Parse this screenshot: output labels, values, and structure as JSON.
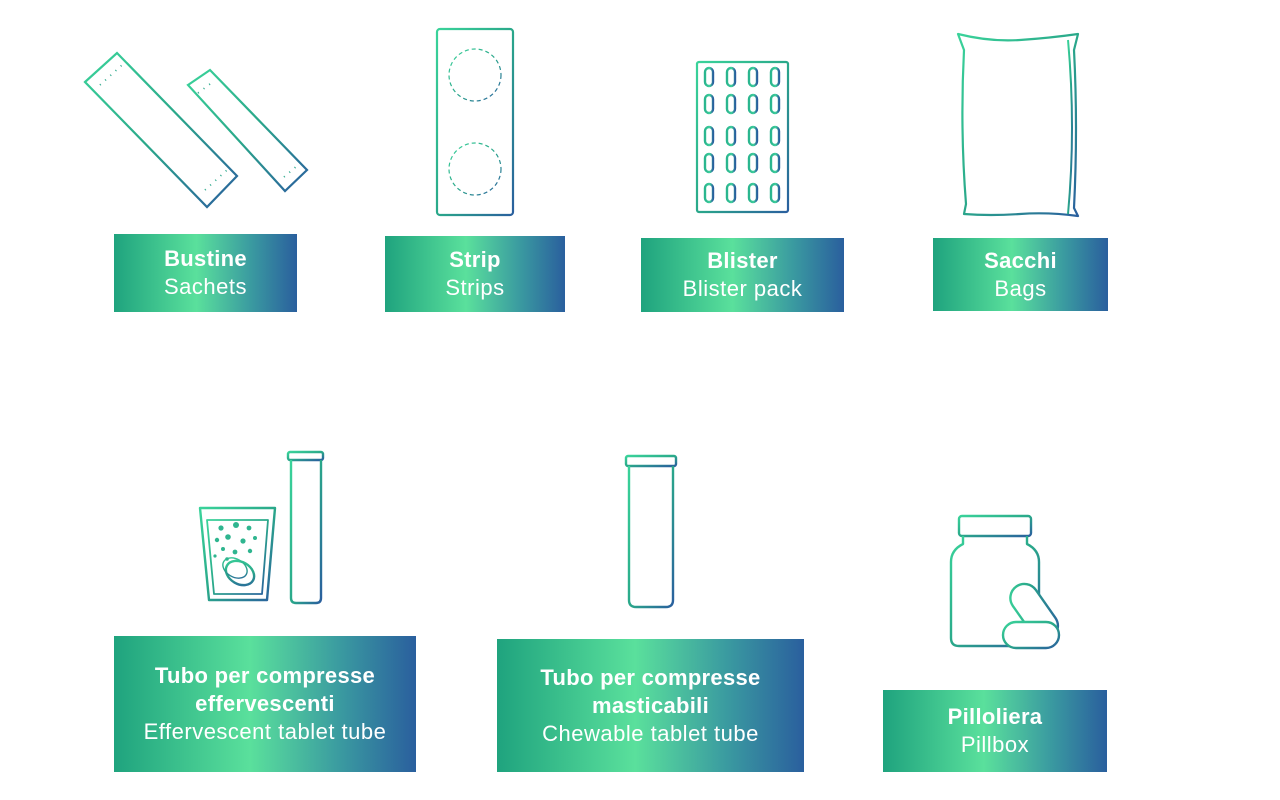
{
  "items": [
    {
      "it": "Bustine",
      "en": "Sachets",
      "icon": "sachets-icon"
    },
    {
      "it": "Strip",
      "en": "Strips",
      "icon": "strip-icon"
    },
    {
      "it": "Blister",
      "en": "Blister pack",
      "icon": "blister-icon"
    },
    {
      "it": "Sacchi",
      "en": "Bags",
      "icon": "bag-icon"
    },
    {
      "it": "Tubo per compresse effervescenti",
      "en": "Effervescent tablet tube",
      "icon": "effervescent-tube-icon"
    },
    {
      "it": "Tubo per compresse masticabili",
      "en": "Chewable tablet tube",
      "icon": "chewable-tube-icon"
    },
    {
      "it": "Pilloliera",
      "en": "Pillbox",
      "icon": "pillbox-icon"
    }
  ],
  "colors": {
    "gradient_start": "#1fa37e",
    "gradient_mid": "#5ae09c",
    "gradient_end": "#2a5f9e"
  }
}
